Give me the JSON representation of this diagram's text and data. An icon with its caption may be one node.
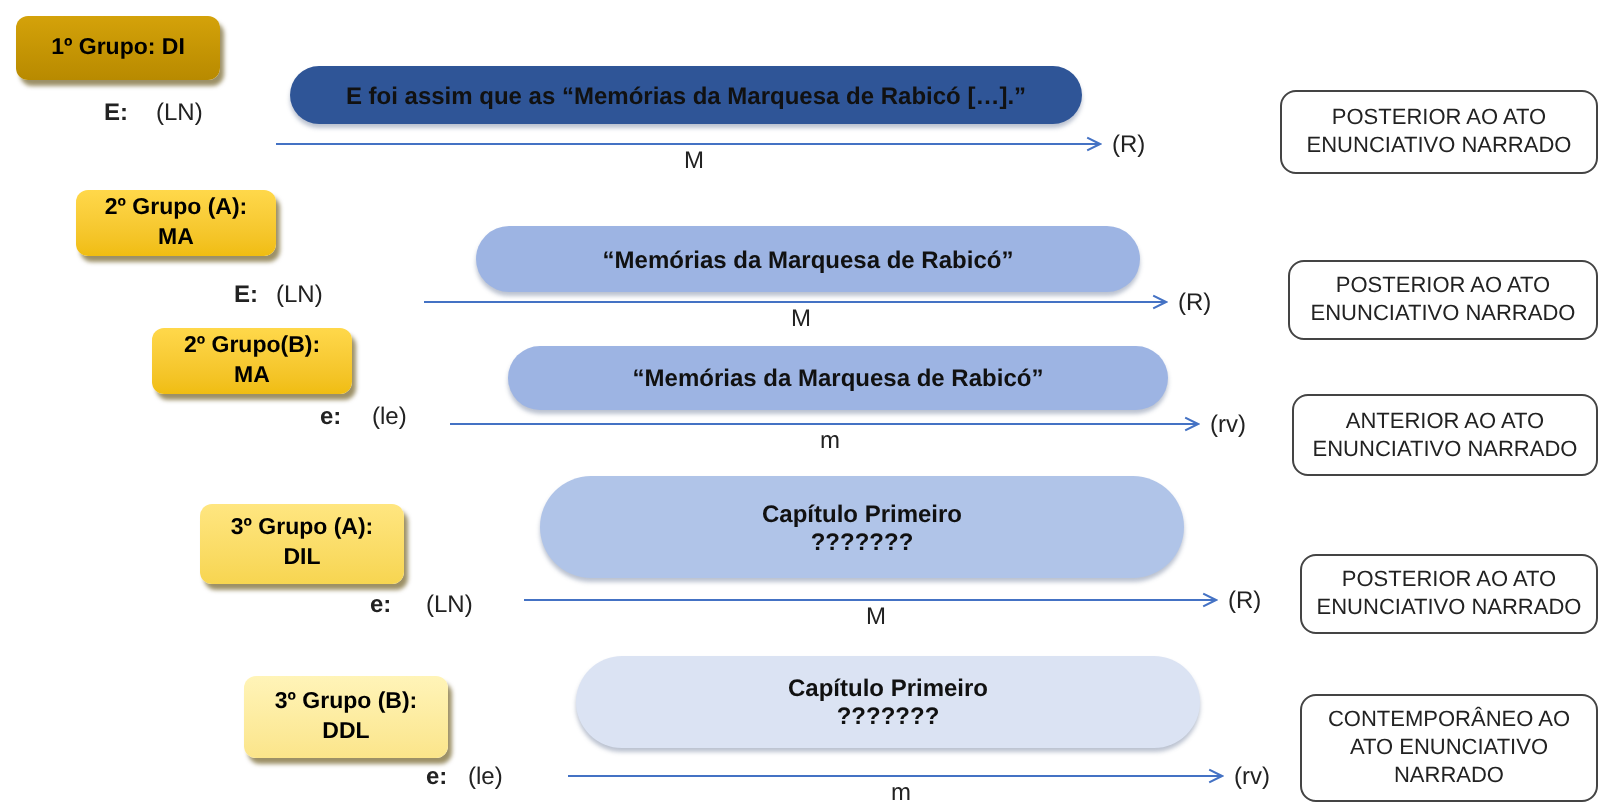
{
  "diagram": {
    "nodes": [
      {
        "text": [
          "1º Grupo: DI"
        ]
      },
      {
        "text": [
          "E foi assim que as “Memórias da Marquesa de Rabicó […].”"
        ]
      },
      {
        "text": [
          "(R)"
        ]
      },
      {
        "text": [
          "POSTERIOR AO ATO ENUNCIATIVO NARRADO"
        ]
      },
      {
        "text": [
          "2º Grupo (A): MA"
        ]
      },
      {
        "text": [
          "“Memórias da Marquesa de Rabicó”"
        ]
      },
      {
        "text": [
          "(R)"
        ]
      },
      {
        "text": [
          "POSTERIOR AO ATO ENUNCIATIVO NARRADO"
        ]
      },
      {
        "text": [
          "2º Grupo(B): MA"
        ]
      },
      {
        "text": [
          "“Memórias da Marquesa de Rabicó”"
        ]
      },
      {
        "text": [
          "(rv)"
        ]
      },
      {
        "text": [
          "ANTERIOR AO ATO ENUNCIATIVO NARRADO"
        ]
      },
      {
        "text": [
          "3º Grupo (A): DIL"
        ]
      },
      {
        "text": [
          "Capítulo Primeiro",
          "???????"
        ]
      },
      {
        "text": [
          "(R)"
        ]
      },
      {
        "text": [
          "POSTERIOR AO ATO ENUNCIATIVO NARRADO"
        ]
      },
      {
        "text": [
          "3º Grupo (B): DDL"
        ]
      },
      {
        "text": [
          "Capítulo Primeiro",
          "???????"
        ]
      },
      {
        "text": [
          "(rv)"
        ]
      },
      {
        "text": [
          "CONTEMPORÂNEO AO ATO ENUNCIATIVO NARRADO"
        ]
      }
    ],
    "edges": [
      {
        "from": null,
        "to": 2,
        "arrow": "to",
        "label": "M"
      },
      {
        "from": null,
        "to": 6,
        "arrow": "to",
        "label": "M"
      },
      {
        "from": null,
        "to": 10,
        "arrow": "to",
        "label": "m"
      },
      {
        "from": null,
        "to": 14,
        "arrow": "to",
        "label": "M"
      },
      {
        "from": null,
        "to": 18,
        "arrow": "to",
        "label": "m"
      }
    ],
    "labels": [
      "E:",
      "(LN)",
      "E:",
      "(LN)",
      "e:",
      "(le)",
      "e:",
      "(LN)",
      "e:",
      "(le)"
    ]
  }
}
